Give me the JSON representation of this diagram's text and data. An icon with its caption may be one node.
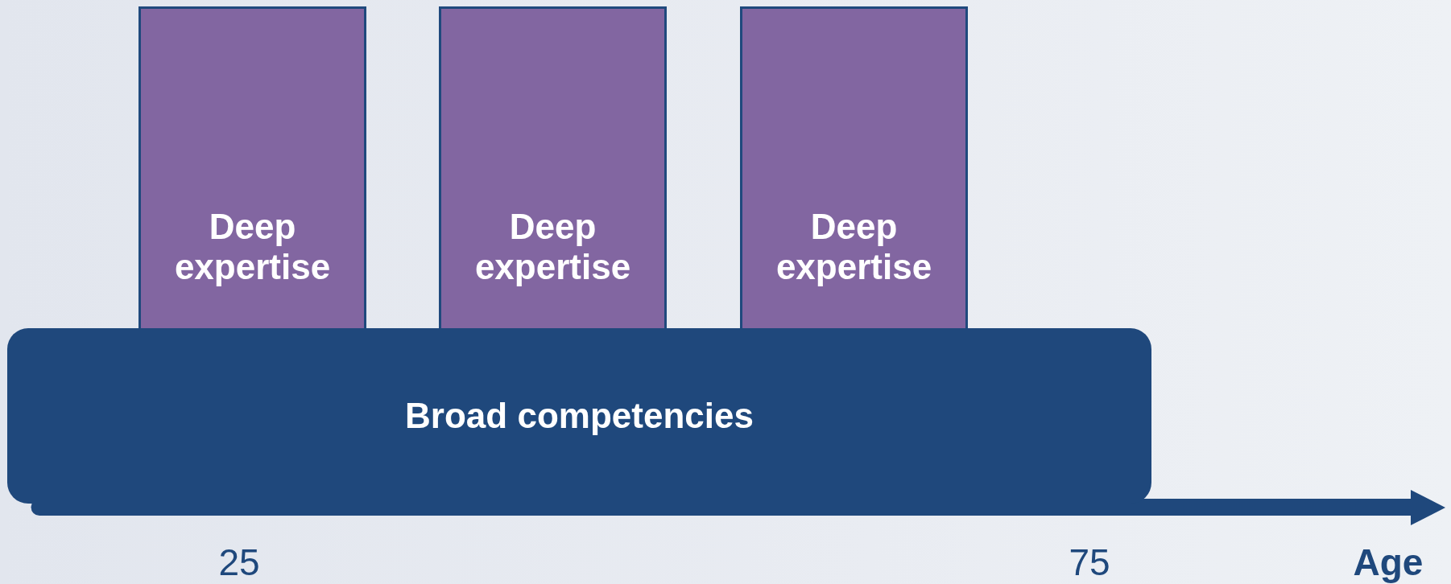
{
  "diagram": {
    "nodes": [
      {
        "text": [
          "Deep expertise"
        ]
      },
      {
        "text": [
          "Deep expertise"
        ]
      },
      {
        "text": [
          "Deep expertise"
        ]
      },
      {
        "text": [
          "Broad competencies"
        ]
      }
    ],
    "labels": [
      "25",
      "75",
      "Age"
    ]
  }
}
